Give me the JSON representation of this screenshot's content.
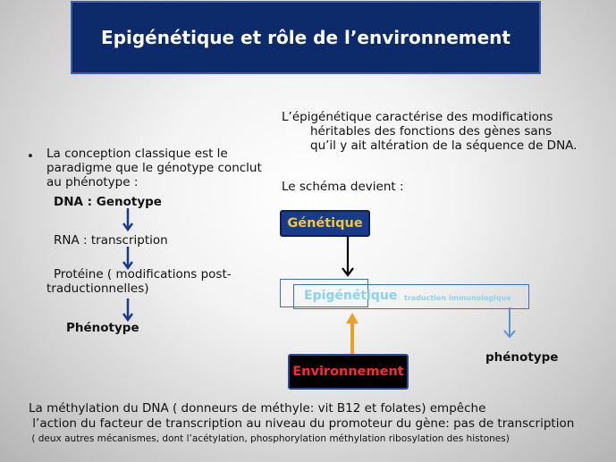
{
  "slide": {
    "title": "Epigénétique et rôle de l’environnement",
    "left": {
      "bullet": "•",
      "intro_line1": "La conception classique est le",
      "intro_line2": "paradigme que le génotype conclut",
      "intro_line3": "au phénotype :",
      "dna": "DNA :  Genotype",
      "rna": "RNA : transcription",
      "protein_line1": "Protéine ( modifications post-",
      "protein_line2": "traductionnelles)",
      "phenotype": "Phénotype"
    },
    "right": {
      "def_line1": "L’épigénétique caractérise des modifications",
      "def_line2": "héritables des fonctions des gènes sans",
      "def_line3": "qu’il y ait altération de la séquence de DNA.",
      "schema_label": "Le schéma devient :",
      "genetique": "Génétique",
      "epigenetique": "Epigénétique",
      "traduction": "traduction  immunologique",
      "environnement": "Environnement",
      "phenotype": "phénotype"
    },
    "bottom": {
      "line1": "La méthylation du DNA ( donneurs de méthyle: vit B12 et folates) empêche",
      "line2": " l’action du facteur de transcription au niveau du promoteur du gène: pas de transcription",
      "line3": " ( deux autres mécanismes, dont l’acétylation, phosphorylation méthylation ribosylation des histones)"
    }
  },
  "colors": {
    "title_bg": "#0d2a6b",
    "genetique_text": "#f4c53a",
    "epigenetique_text": "#8ad3ee",
    "environnement_text": "#ff2a2a",
    "left_arrows": "#1a3a8c",
    "orange_arrow": "#f0a020",
    "blue_arrow": "#5b8fd6"
  }
}
